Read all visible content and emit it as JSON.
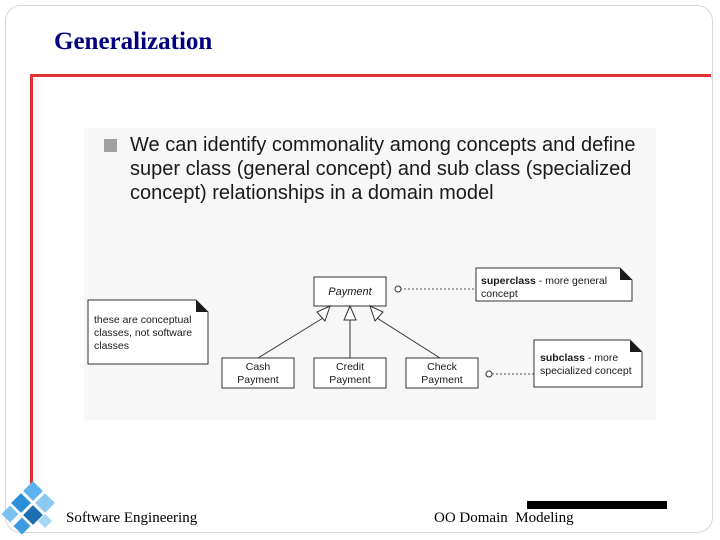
{
  "slide": {
    "title": "Generalization",
    "bullet": "We can identify commonality among concepts and define super class (general concept) and sub class (specialized concept) relationships in a domain model",
    "footer_left": "Software Engineering",
    "footer_right": "OO Domain  Modeling"
  },
  "diagram": {
    "superclass": "Payment",
    "subclasses": [
      [
        "Cash",
        "Payment"
      ],
      [
        "Credit",
        "Payment"
      ],
      [
        "Check",
        "Payment"
      ]
    ],
    "note_conceptual": [
      "these are conceptual",
      "classes, not software",
      "classes"
    ],
    "note_superclass": {
      "bold": "superclass",
      "rest": " - more general",
      "line2": "concept"
    },
    "note_subclass": {
      "bold": "subclass",
      "rest": " - more",
      "line2": "specialized concept"
    }
  },
  "colors": {
    "title": "#000080",
    "accent_rule": "#e03333",
    "logo_blue": "#2a8fd8"
  }
}
